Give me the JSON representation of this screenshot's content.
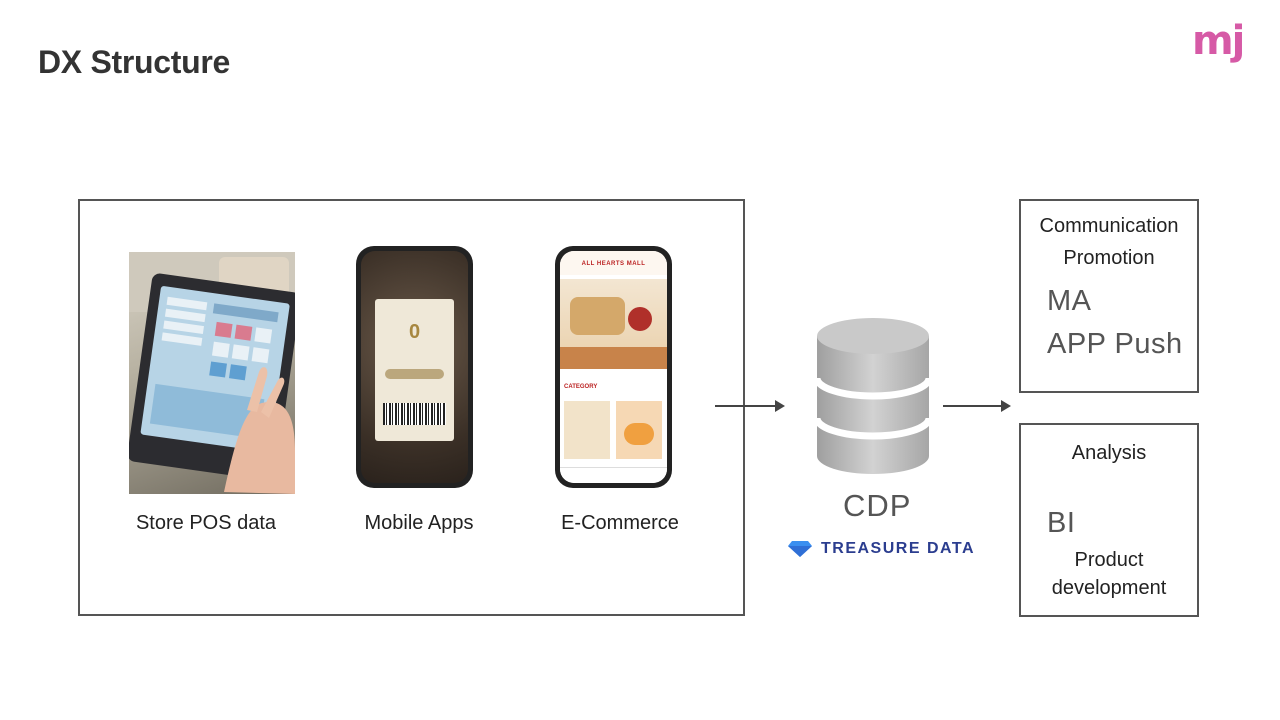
{
  "header": {
    "title": "DX Structure",
    "logo_text": "mj"
  },
  "sources": [
    {
      "label": "Store POS data",
      "icon": "pos-terminal-photo"
    },
    {
      "label": "Mobile Apps",
      "icon": "mobile-app-screenshot"
    },
    {
      "label": "E-Commerce",
      "icon": "ecommerce-site-screenshot"
    }
  ],
  "app_screen": {
    "points_value": "0"
  },
  "shop_screen": {
    "brand": "ALL HEARTS MALL",
    "category_label": "CATEGORY"
  },
  "hub": {
    "label": "CDP",
    "vendor": "TREASURE DATA",
    "icon": "database-icon"
  },
  "outputs": {
    "communication": {
      "line1": "Communication",
      "line2": "Promotion",
      "item1": "MA",
      "item2": "APP Push"
    },
    "analysis": {
      "line1": "Analysis",
      "item1": "BI",
      "line2": "Product",
      "line3": "development"
    }
  },
  "colors": {
    "logo": "#d65aa6",
    "vendor": "#2b3d8f",
    "database": "#b9b9b9"
  }
}
